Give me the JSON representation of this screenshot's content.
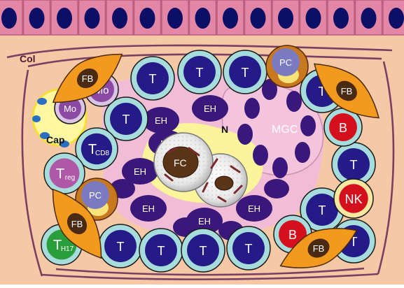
{
  "colors": {
    "background": "#f6c9a6",
    "epithelium": "#e487a6",
    "epithelium_nucleus": "#0d0f66",
    "collagen_line": "#7a3f62",
    "granuloma": "#f0bcd6",
    "necrosis": "#fbf49b",
    "t_cell_ring": "#a7dcdc",
    "t_cell_core": "#241a88",
    "eh_cell": "#3a177a",
    "fibroblast": "#f39a1e",
    "b_cell": "#d4101c",
    "nk_cell": "#d4101c",
    "nk_ring": "#f7e7a0",
    "treg": "#b058a8",
    "th17": "#2b9e3c",
    "plasma_cell": "#7a7ac0",
    "monocyte": "#8a4aa4",
    "capillary": "#fff8a0"
  },
  "labels": {
    "col": "Col",
    "cap": "Cap",
    "fb": "FB",
    "mo": "Mo",
    "pc": "PC",
    "t": "T",
    "eh": "EH",
    "mgc": "MGC",
    "n": "N",
    "fc": "FC",
    "b": "B",
    "nk": "NK",
    "t_cd8_main": "T",
    "t_cd8_sub": "CD8",
    "t_reg_main": "T",
    "t_reg_sub": "reg",
    "t_h17_main": "T",
    "t_h17_sub": "H17"
  }
}
